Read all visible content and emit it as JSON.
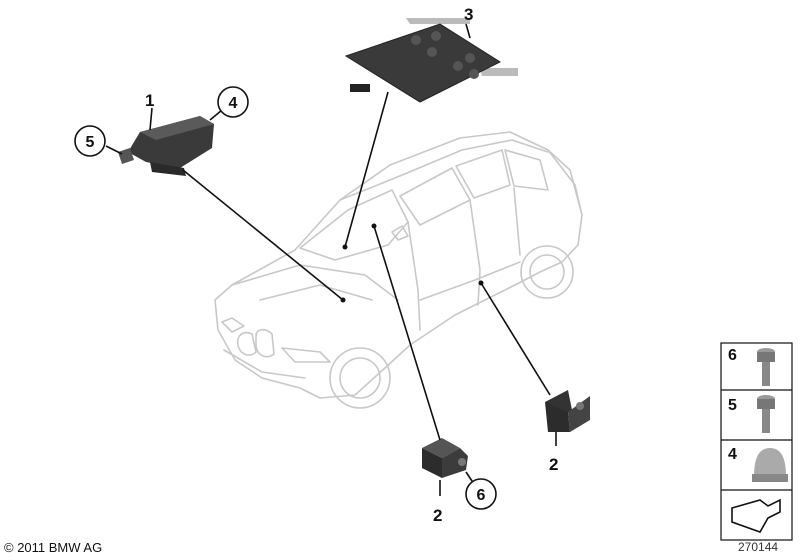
{
  "copyright": "© 2011 BMW AG",
  "diagram_id": "270144",
  "callouts": {
    "part_1": "1",
    "part_2a": "2",
    "part_2b": "2",
    "part_3": "3",
    "part_4": "4",
    "part_5": "5",
    "part_6": "6"
  },
  "legend": {
    "items": [
      {
        "number": "6",
        "icon": "long-bolt-icon"
      },
      {
        "number": "5",
        "icon": "short-bolt-icon"
      },
      {
        "number": "4",
        "icon": "dome-nut-icon"
      }
    ],
    "footer_icon": "arrow-back-icon"
  },
  "colors": {
    "car_outline": "#c8c8c8",
    "part_dark": "#3a3a3a",
    "leader": "#111111"
  }
}
